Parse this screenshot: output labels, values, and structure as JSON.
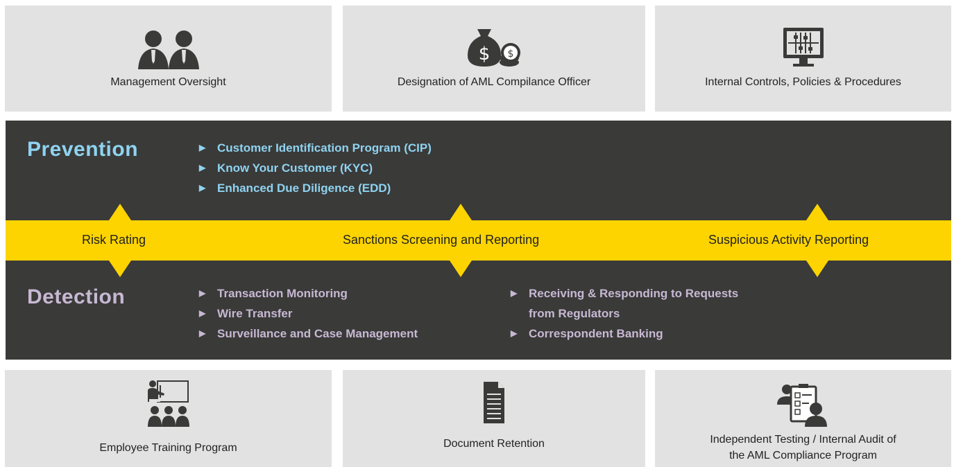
{
  "top_cards": [
    {
      "label": "Management Oversight",
      "icon": "managers-icon"
    },
    {
      "label": "Designation of AML Compilance Officer",
      "icon": "money-bag-icon"
    },
    {
      "label": "Internal Controls, Policies & Procedures",
      "icon": "monitor-controls-icon"
    }
  ],
  "prevention": {
    "heading": "Prevention",
    "color": "#8fd3f0",
    "items": [
      "Customer Identification Program (CIP)",
      "Know Your Customer (KYC)",
      "Enhanced Due Diligence (EDD)"
    ]
  },
  "strip": {
    "color": "#fdd400",
    "labels": [
      "Risk Rating",
      "Sanctions Screening and Reporting",
      "Suspicious Activity Reporting"
    ]
  },
  "detection": {
    "heading": "Detection",
    "color": "#c7b8d3",
    "items_left": [
      "Transaction Monitoring",
      "Wire Transfer",
      "Surveillance and Case Management"
    ],
    "items_right_first_line1": "Receiving & Responding to Requests",
    "items_right_first_line2": "from Regulators",
    "items_right_second": "Correspondent Banking"
  },
  "bottom_cards": [
    {
      "label": "Employee Training Program",
      "icon": "training-icon"
    },
    {
      "label": "Document Retention",
      "icon": "document-icon"
    },
    {
      "label_line1": "Independent Testing / Internal Audit of",
      "label_line2": "the AML Compliance Program",
      "icon": "audit-icon"
    }
  ]
}
